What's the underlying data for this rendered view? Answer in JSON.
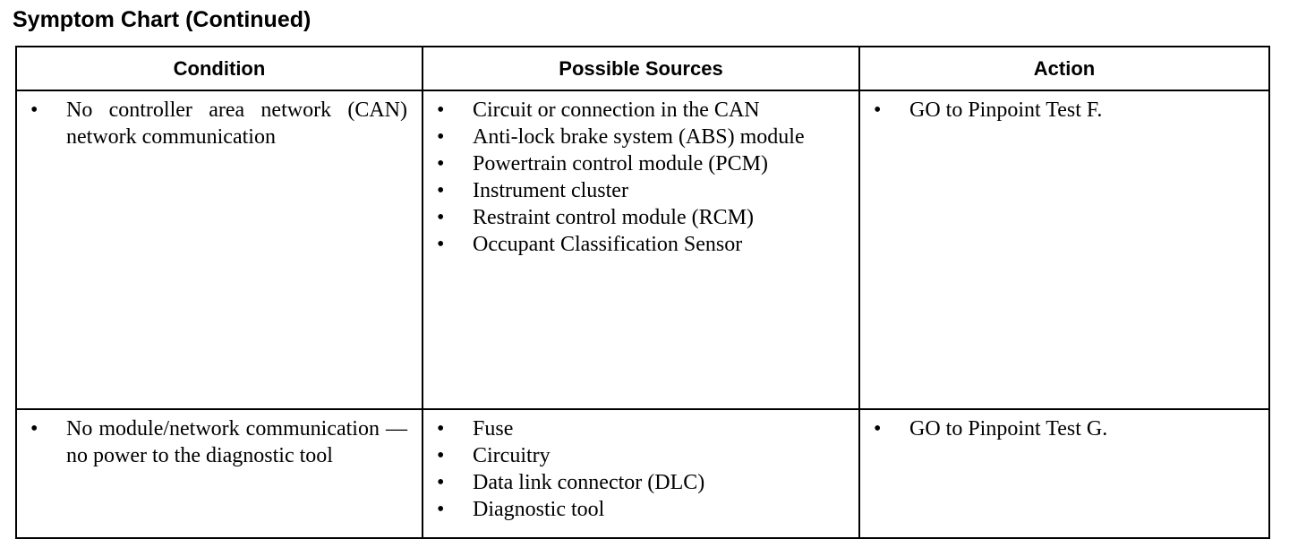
{
  "document": {
    "title": "Symptom Chart (Continued)"
  },
  "table": {
    "columns": [
      {
        "header": "Condition"
      },
      {
        "header": "Possible Sources"
      },
      {
        "header": "Action"
      }
    ],
    "rows": [
      {
        "condition": [
          "No controller area network (CAN) network communication"
        ],
        "possible_sources": [
          "Circuit or connection in the CAN",
          "Anti-lock brake system (ABS) module",
          "Powertrain control module (PCM)",
          "Instrument cluster",
          "Restraint control module (RCM)",
          "Occupant Classification Sensor"
        ],
        "action": [
          "GO to Pinpoint Test F."
        ]
      },
      {
        "condition": [
          "No module/network communication — no power to the diagnostic tool"
        ],
        "possible_sources": [
          "Fuse",
          "Circuitry",
          "Data link connector (DLC)",
          "Diagnostic tool"
        ],
        "action": [
          "GO to Pinpoint Test G."
        ]
      }
    ]
  },
  "icons": {
    "bullet": "•"
  }
}
